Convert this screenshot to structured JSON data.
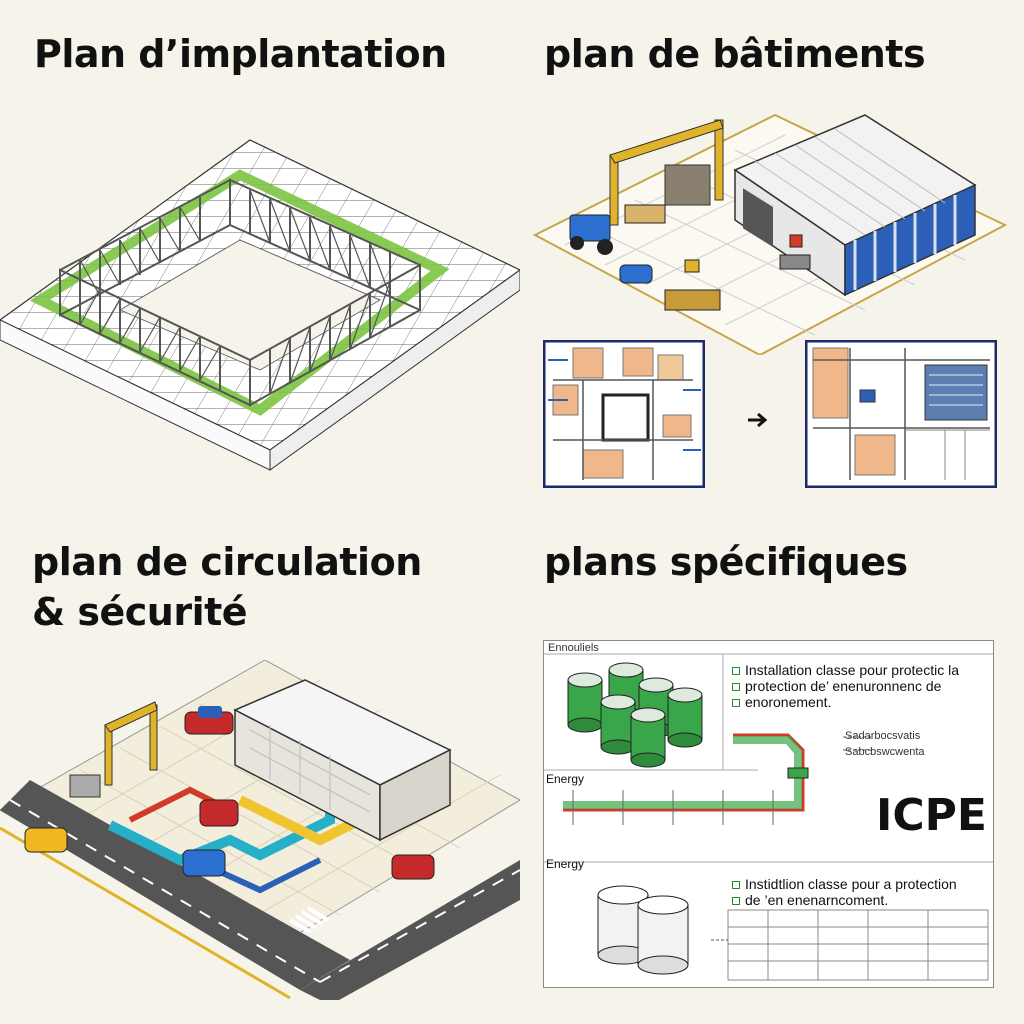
{
  "titles": {
    "implantation": "Plan d’implantation",
    "batiments": "plan de bâtiments",
    "circulation_line1": "plan de circulation",
    "circulation_line2": "& sécurité",
    "specifiques": "plans spécifiques"
  },
  "specific_panel": {
    "header_label": "Ennouliels",
    "energy_label_1": "Energy",
    "energy_label_2": "Energy",
    "icpe": "ICPE",
    "note_top_line1": "Installation classe pour protectic la",
    "note_top_line2": "protection de’ enenuronnenc de",
    "note_top_line3": "enoronement.",
    "annotation_1": "Sadarbocsvatis",
    "annotation_2": "Sabcbswcwenta",
    "note_bottom_line1": "Instidtlion classe pour a protection",
    "note_bottom_line2": "de ’en enenarncoment."
  },
  "colors": {
    "background": "#f6f4ea",
    "tank_green": "#3aa64a",
    "pipe_red": "#d23a2a",
    "warehouse_blue": "#2b5fb8",
    "crane_yellow": "#e0b42a",
    "ground_green": "#7cc443"
  }
}
